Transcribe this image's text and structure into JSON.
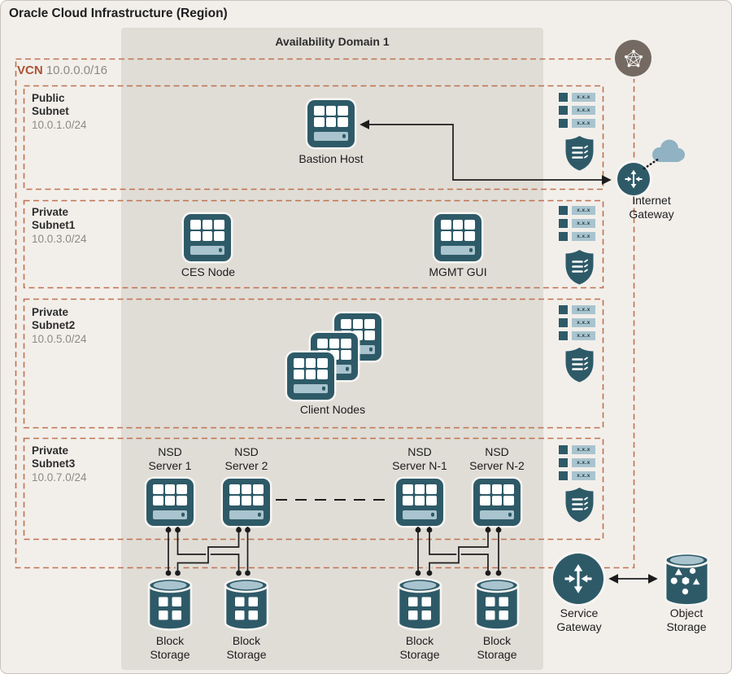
{
  "title": "Oracle Cloud Infrastructure (Region)",
  "availability_domain": "Availability Domain 1",
  "vcn": {
    "label": "VCN",
    "cidr": "10.0.0.0/16"
  },
  "subnets": [
    {
      "name": "Public\nSubnet",
      "cidr": "10.0.1.0/24"
    },
    {
      "name": "Private\nSubnet1",
      "cidr": "10.0.3.0/24"
    },
    {
      "name": "Private\nSubnet2",
      "cidr": "10.0.5.0/24"
    },
    {
      "name": "Private\nSubnet3",
      "cidr": "10.0.7.0/24"
    }
  ],
  "nodes": {
    "bastion_host": "Bastion Host",
    "ces_node": "CES Node",
    "mgmt_gui": "MGMT GUI",
    "client_nodes": "Client Nodes",
    "nsd_servers": [
      "NSD\nServer 1",
      "NSD\nServer 2",
      "NSD\nServer N-1",
      "NSD\nServer N-2"
    ]
  },
  "storage": {
    "block_storage": "Block\nStorage",
    "object_storage": "Object\nStorage"
  },
  "gateways": {
    "internet_gateway": "Internet\nGateway",
    "service_gateway": "Service\nGateway"
  },
  "route_table": {
    "row_text": "x.x.x"
  },
  "colors": {
    "background": "#f2efeb",
    "panel_gray": "#e0ddd7",
    "dashed_accent": "#c0714f",
    "teal": "#2e5a68",
    "teal_light": "#a9c4ce",
    "vcn_label_orange": "#ad5134",
    "badge_gray": "#746a62",
    "cloud_blue": "#90b2c2",
    "line_black": "#1c1c1c"
  }
}
